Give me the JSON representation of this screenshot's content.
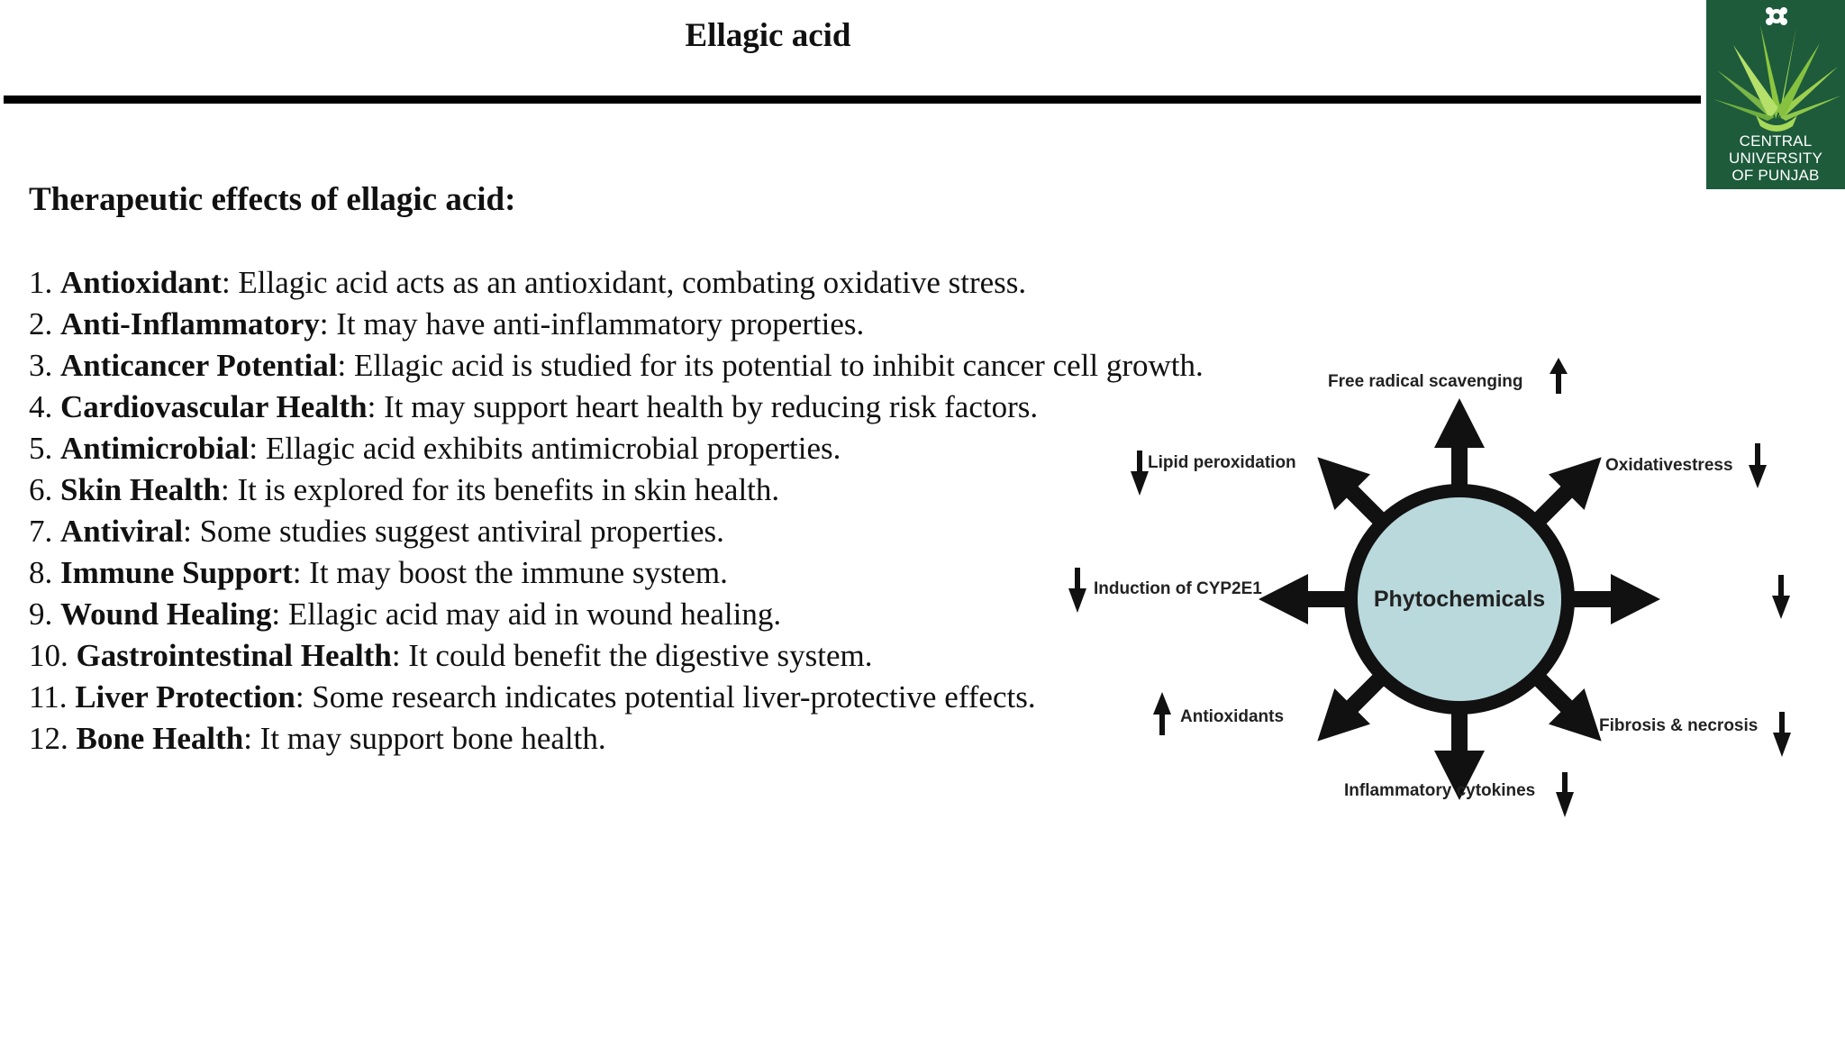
{
  "slide": {
    "title": "Ellagic acid",
    "heading": "Therapeutic effects of ellagic acid:"
  },
  "logo": {
    "line1": "CENTRAL",
    "line2": "UNIVERSITY",
    "line3": "OF PUNJAB",
    "background_color": "#1d5b3b"
  },
  "effects": [
    {
      "num": "1.",
      "name": "Antioxidant",
      "desc": ": Ellagic acid acts as an antioxidant, combating oxidative stress."
    },
    {
      "num": "2.",
      "name": "Anti-Inflammatory",
      "desc": ": It may have anti-inflammatory properties."
    },
    {
      "num": "3.",
      "name": "Anticancer Potential",
      "desc": ": Ellagic acid is studied for its potential to inhibit cancer cell growth."
    },
    {
      "num": "4.",
      "name": "Cardiovascular Health",
      "desc": ": It may support heart health by reducing risk factors."
    },
    {
      "num": "5.",
      "name": "Antimicrobial",
      "desc": ": Ellagic acid exhibits antimicrobial properties."
    },
    {
      "num": "6.",
      "name": "Skin Health",
      "desc": ": It is explored for its benefits in skin health."
    },
    {
      "num": "7.",
      "name": "Antiviral",
      "desc": ": Some studies suggest antiviral properties."
    },
    {
      "num": "8.",
      "name": "Immune Support",
      "desc": ": It may boost the immune system."
    },
    {
      "num": "9.",
      "name": "Wound Healing",
      "desc": ": Ellagic acid may aid in wound healing."
    },
    {
      "num": "10.",
      "name": "Gastrointestinal Health",
      "desc": ": It could benefit the digestive system."
    },
    {
      "num": "11.",
      "name": "Liver Protection",
      "desc": ": Some research indicates potential liver-protective effects."
    },
    {
      "num": "12.",
      "name": "Bone Health",
      "desc": ": It may support bone health."
    }
  ],
  "diagram": {
    "center": "Phytochemicals",
    "center_color": "#b9d9dc",
    "labels": {
      "top": "Free radical scavenging",
      "top_right": "Oxidativestress",
      "top_left": "Lipid peroxidation",
      "left": "Induction of CYP2E1",
      "bottom_left": "Antioxidants",
      "bottom": "Inflammatory cytokines",
      "bottom_right": "Fibrosis & necrosis"
    },
    "indicators": {
      "top": "up",
      "top_right": "down",
      "top_left": "down",
      "left": "down",
      "right": "down",
      "bottom_left": "up",
      "bottom": "down",
      "bottom_right": "down"
    }
  }
}
